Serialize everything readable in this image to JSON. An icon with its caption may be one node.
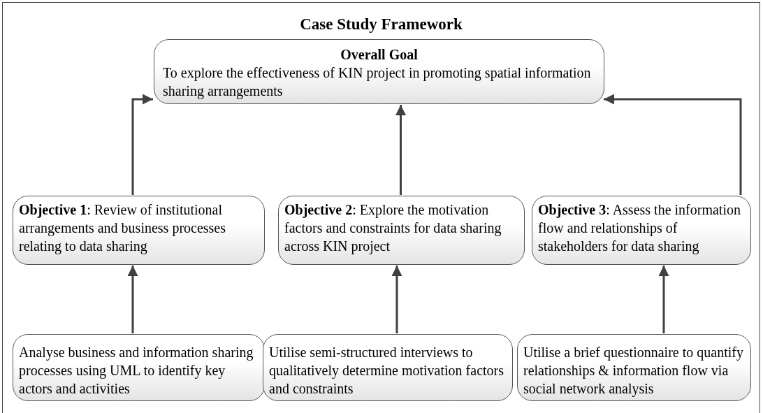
{
  "diagram": {
    "nodes": [
      {
        "text": [
          "Case Study Framework"
        ]
      },
      {
        "text": [
          "Overall Goal",
          "To explore the effectiveness of KIN project in promoting spatial information sharing arrangements"
        ],
        "in": 0
      },
      {
        "text": [
          "**Objective 1**: Review of institutional arrangements and business processes relating to data sharing"
        ],
        "in": 0
      },
      {
        "text": [
          "**Objective 2**: Explore the motivation factors and constraints for data sharing across KIN project"
        ],
        "in": 0
      },
      {
        "text": [
          "**Objective 3**: Assess the information flow and relationships of stakeholders for data sharing"
        ],
        "in": 0
      },
      {
        "text": [
          "Analyse business and information sharing processes using UML to identify key actors and activities"
        ],
        "in": 0
      },
      {
        "text": [
          "Utilise semi-structured interviews to qualitatively determine motivation factors and constraints"
        ],
        "in": 0
      },
      {
        "text": [
          "Utilise a brief questionnaire to quantify relationships & information flow via social network analysis"
        ],
        "in": 0
      }
    ],
    "edges": [
      {
        "from": 2,
        "to": 1,
        "arrow": "to"
      },
      {
        "from": 3,
        "to": 1,
        "arrow": "to"
      },
      {
        "from": 4,
        "to": 1,
        "arrow": "to"
      },
      {
        "from": 5,
        "to": 2,
        "arrow": "to"
      },
      {
        "from": 6,
        "to": 3,
        "arrow": "to"
      },
      {
        "from": 7,
        "to": 4,
        "arrow": "to"
      }
    ]
  }
}
